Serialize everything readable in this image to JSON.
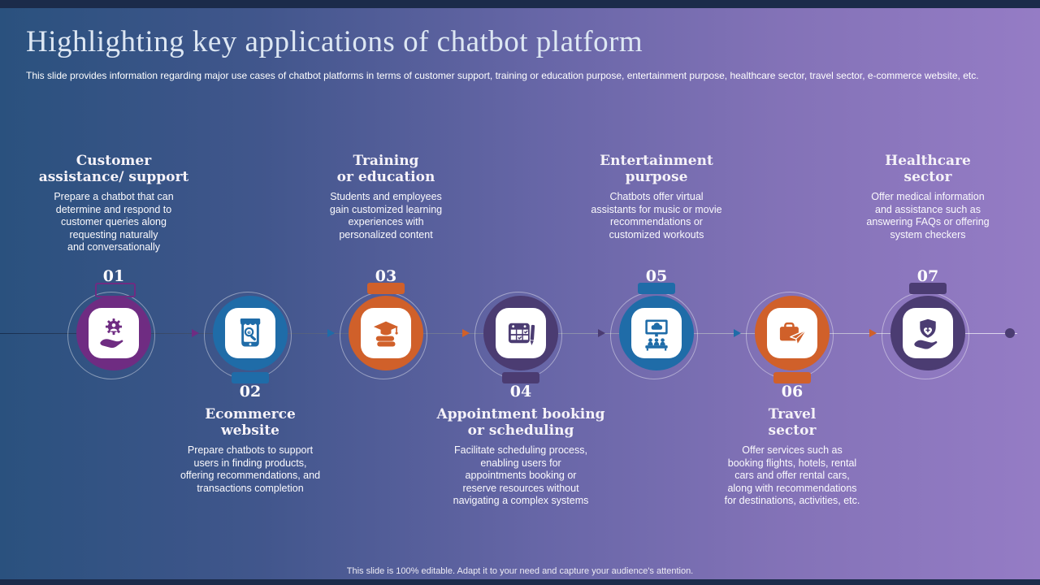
{
  "slide": {
    "title": "Highlighting key applications of chatbot platform",
    "subtitle": "This slide provides information regarding major use cases of chatbot platforms in terms of customer support, training or education purpose, entertainment purpose, healthcare sector, travel sector, e-commerce website, etc.",
    "footer": "This slide is 100% editable.  Adapt it to your need and capture your audience's attention."
  },
  "colors": {
    "accent_purple": "#6f2c82",
    "accent_blue": "#1f6ca8",
    "accent_orange": "#d0602a",
    "accent_dark_purple": "#4b3c72",
    "background_left": "#2a517e",
    "background_right": "#957cc5",
    "edge_bar": "#1b2b4a"
  },
  "items": [
    {
      "number": "01",
      "position": "top",
      "color": "#6f2c82",
      "icon": "support-hand-gear-icon",
      "title": "Customer\nassistance/ support",
      "description": "Prepare  a chatbot that can\ndetermine  and respond  to\ncustomer queries  along\nrequesting  naturally\nand conversationally"
    },
    {
      "number": "02",
      "position": "bottom",
      "color": "#1f6ca8",
      "icon": "ecommerce-mobile-shop-icon",
      "title": "Ecommerce\nwebsite",
      "description": "Prepare  chatbots to support\nusers in finding  products,\noffering  recommendations,  and\ntransactions  completion"
    },
    {
      "number": "03",
      "position": "top",
      "color": "#d0602a",
      "icon": "education-cap-books-icon",
      "title": "Training\nor education",
      "description": "Students and employees\ngain  customized learning\nexperiences  with\npersonalized  content"
    },
    {
      "number": "04",
      "position": "bottom",
      "color": "#4b3c72",
      "icon": "calendar-pen-icon",
      "title": "Appointment booking\nor scheduling",
      "description": "Facilitate  scheduling  process,\nenabling  users for\nappointments  booking  or\nreserve  resources  without\nnavigating  a complex  systems"
    },
    {
      "number": "05",
      "position": "top",
      "color": "#1f6ca8",
      "icon": "cinema-audience-icon",
      "title": "Entertainment\npurpose",
      "description": "Chatbots  offer  virtual\nassistants for  music or  movie\nrecommendations   or\ncustomized workouts"
    },
    {
      "number": "06",
      "position": "bottom",
      "color": "#d0602a",
      "icon": "briefcase-plane-icon",
      "title": "Travel\nsector",
      "description": "Offer  services  such as\nbooking flights, hotels, rental\ncars and offer  rental cars,\nalong with recommendations\nfor  destinations,  activities,  etc."
    },
    {
      "number": "07",
      "position": "top",
      "color": "#4b3c72",
      "icon": "shield-hand-icon",
      "title": "Healthcare\nsector",
      "description": "Offer  medical  information\nand  assistance such as\nanswering  FAQs or offering\nsystem checkers"
    }
  ]
}
